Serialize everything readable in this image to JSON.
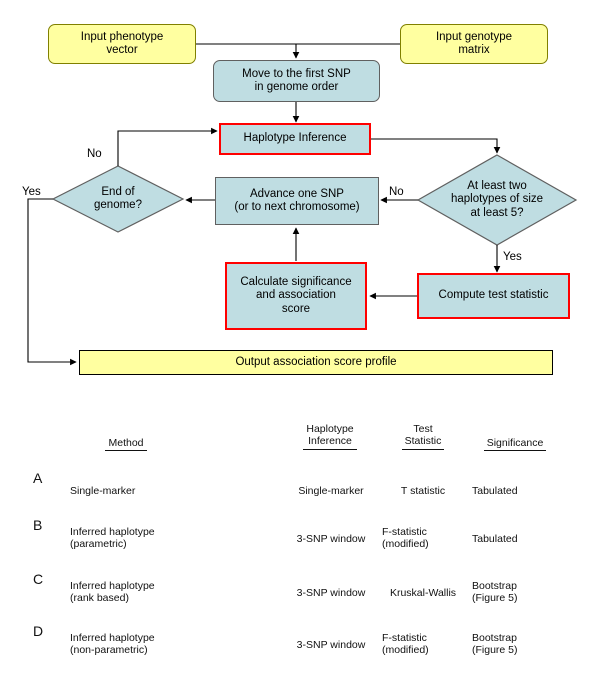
{
  "figure": {
    "type": "flowchart-with-legend-table",
    "colors": {
      "process_fill": "#bfdde2",
      "io_fill": "#ffffa0",
      "highlight_stroke": "#ff0000",
      "edge_stroke": "#000000",
      "io_stroke": "#808000"
    }
  },
  "flowchart": {
    "nodes": {
      "input_phenotype": "Input phenotype\nvector",
      "input_genotype": "Input genotype\nmatrix",
      "move_first_snp": "Move to the first SNP\nin genome order",
      "haplotype_inference": "Haplotype Inference",
      "end_of_genome": "End of\ngenome?",
      "advance_one_snp": "Advance one SNP\n(or to next chromosome)",
      "at_least_two": "At least two\nhaplotypes of size\nat least 5?",
      "calculate_significance": "Calculate significance\nand association\nscore",
      "compute_test_statistic": "Compute test statistic",
      "output_profile": "Output association score profile"
    },
    "edge_labels": {
      "no_end_of_genome": "No",
      "yes_end_of_genome": "Yes",
      "no_haplotypes": "No",
      "yes_haplotypes": "Yes"
    }
  },
  "table": {
    "headers": {
      "letter": "",
      "method": "Method",
      "haplotype_inference": "Haplotype\nInference",
      "test_statistic": "Test\nStatistic",
      "significance": "Significance"
    },
    "rows": [
      {
        "letter": "A",
        "method": "Single-marker",
        "haplotype_inference": "Single-marker",
        "test_statistic": "T statistic",
        "significance": "Tabulated"
      },
      {
        "letter": "B",
        "method": "Inferred haplotype\n(parametric)",
        "haplotype_inference": "3-SNP window",
        "test_statistic": "F-statistic\n(modified)",
        "significance": "Tabulated"
      },
      {
        "letter": "C",
        "method": "Inferred haplotype\n(rank based)",
        "haplotype_inference": "3-SNP window",
        "test_statistic": "Kruskal-Wallis",
        "significance": "Bootstrap\n(Figure 5)"
      },
      {
        "letter": "D",
        "method": "Inferred haplotype\n(non-parametric)",
        "haplotype_inference": "3-SNP window",
        "test_statistic": "F-statistic\n(modified)",
        "significance": "Bootstrap\n(Figure 5)"
      }
    ]
  }
}
